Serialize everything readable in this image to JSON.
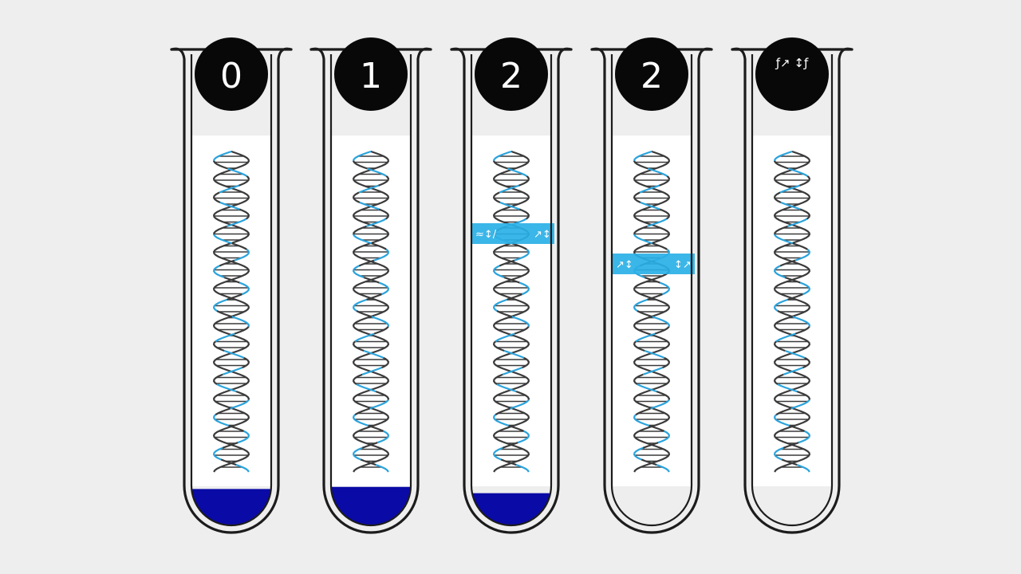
{
  "colors": {
    "background": "#eeeeee",
    "tube_outline": "#1c1c1c",
    "panel": "#ffffff",
    "badge": "#080808",
    "badge_text": "#ffffff",
    "strand_dark": "#3a3a3a",
    "strand_accent": "#2aa3dc",
    "band": "#2ab0e6",
    "liquid": "#0a0aa6"
  },
  "tubes": [
    {
      "label": "0",
      "liquid_fill": 0.55,
      "band": null
    },
    {
      "label": "1",
      "liquid_fill": 0.6,
      "band": null
    },
    {
      "label": "2",
      "liquid_fill": 0.45,
      "band": {
        "left_text": "≈↕/",
        "right_text": "↗↕"
      }
    },
    {
      "label": "2",
      "liquid_fill": 0,
      "band": {
        "left_text": "↗↕",
        "right_text": "↕↗"
      }
    },
    {
      "label": "ƒ↗ ↕ƒ",
      "liquid_fill": 0,
      "band": null
    }
  ]
}
